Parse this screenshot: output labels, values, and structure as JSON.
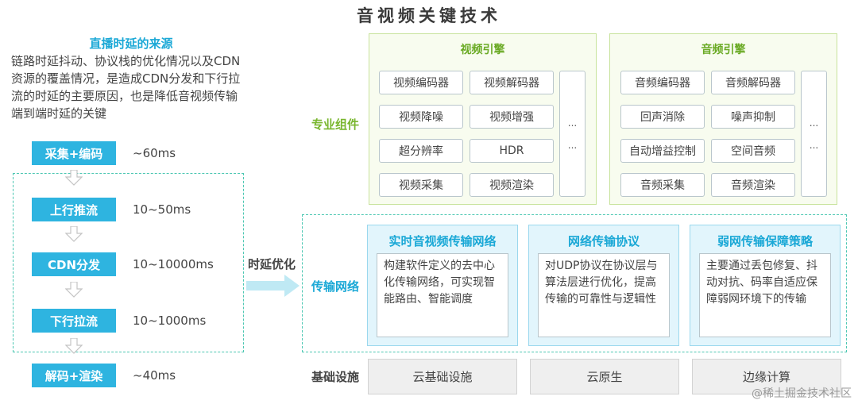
{
  "title": "音视频关键技术",
  "left": {
    "heading": "直播时延的来源",
    "paragraph": "链路时延抖动、协议栈的优化情况以及CDN资源的覆盖情况，是造成CDN分发和下行拉流的时延的主要原因，也是降低音视频传输端到端时延的关键",
    "steps": [
      {
        "label": "采集+编码",
        "latency": "~60ms"
      },
      {
        "label": "上行推流",
        "latency": "10~50ms"
      },
      {
        "label": "CDN分发",
        "latency": "10~10000ms"
      },
      {
        "label": "下行拉流",
        "latency": "10~1000ms"
      },
      {
        "label": "解码+渲染",
        "latency": "~40ms"
      }
    ]
  },
  "middle": {
    "optimize_label": "时延优化"
  },
  "side_labels": {
    "components": "专业组件",
    "network": "传输网络",
    "infra": "基础设施"
  },
  "video_engine": {
    "title": "视频引擎",
    "items": [
      "视频编码器",
      "视频解码器",
      "视频降噪",
      "视频增强",
      "超分辨率",
      "HDR",
      "视频采集",
      "视频渲染"
    ],
    "more": "..."
  },
  "audio_engine": {
    "title": "音频引擎",
    "items": [
      "音频编码器",
      "音频解码器",
      "回声消除",
      "噪声抑制",
      "自动增益控制",
      "空间音频",
      "音频采集",
      "音频渲染"
    ],
    "more": "..."
  },
  "network": [
    {
      "title": "实时音视频传输网络",
      "body": "构建软件定义的去中心化传输网络，可实现智能路由、智能调度"
    },
    {
      "title": "网络传输协议",
      "body": "对UDP协议在协议层与算法层进行优化，提高传输的可靠性与逻辑性"
    },
    {
      "title": "弱网传输保障策略",
      "body": "主要通过丢包修复、抖动对抗、码率自适应保障弱网环境下的传输"
    }
  ],
  "infra": [
    "云基础设施",
    "云原生",
    "边缘计算"
  ],
  "watermark": "@稀土掘金技术社区",
  "colors": {
    "accent_blue": "#2eb4e0",
    "accent_green": "#79b62e",
    "dashed_teal": "#4cc7b2"
  }
}
